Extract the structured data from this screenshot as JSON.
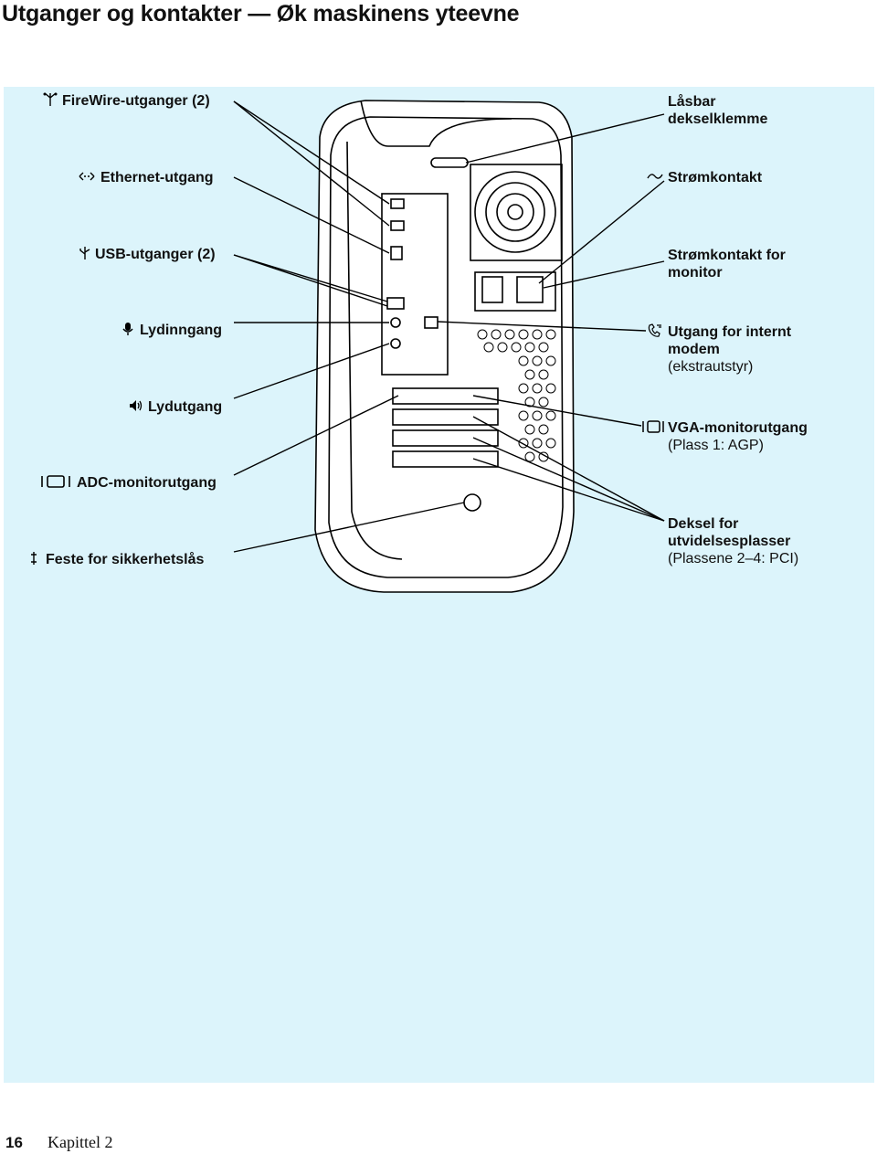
{
  "page": {
    "title": "Utganger og kontakter — Øk maskinens yteevne",
    "page_number": "16",
    "chapter": "Kapittel 2"
  },
  "labels_left": {
    "firewire": "FireWire-utganger (2)",
    "ethernet": "Ethernet-utgang",
    "usb": "USB-utganger (2)",
    "audio_in": "Lydinngang",
    "audio_out": "Lydutgang",
    "adc": "ADC-monitorutgang",
    "security": "Feste for sikkerhetslås"
  },
  "labels_right": {
    "latch_line1": "Låsbar",
    "latch_line2": "dekselklemme",
    "power": "Strømkontakt",
    "monitor_power_line1": "Strømkontakt for",
    "monitor_power_line2": "monitor",
    "modem_line1": "Utgang for internt",
    "modem_line2": "modem",
    "modem_line3": "(ekstrautstyr)",
    "vga_line1": "VGA-monitorutgang",
    "vga_line2": "(Plass 1: AGP)",
    "covers_line1": "Deksel for",
    "covers_line2": "utvidelsesplasser",
    "covers_line3": "(Plassene 2–4: PCI)"
  },
  "icons": [
    "firewire-icon",
    "ethernet-icon",
    "usb-icon",
    "microphone-icon",
    "speaker-icon",
    "monitor-icon",
    "lock-icon",
    "power-icon",
    "phone-icon"
  ],
  "colors": {
    "panel_background": "#dcf4fb",
    "line": "#000000"
  }
}
